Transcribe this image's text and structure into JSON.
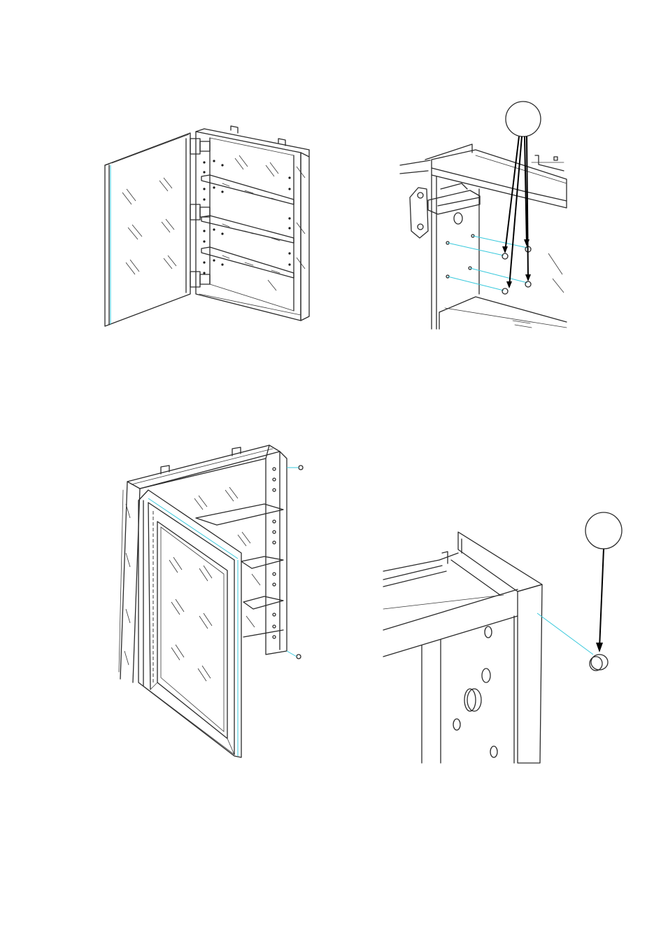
{
  "figures": [
    {
      "id": "cabinet-door-open"
    },
    {
      "id": "shelf-pin-callout",
      "callout_label": ""
    },
    {
      "id": "cabinet-framed-door"
    },
    {
      "id": "hole-cap-callout",
      "callout_label": ""
    }
  ]
}
